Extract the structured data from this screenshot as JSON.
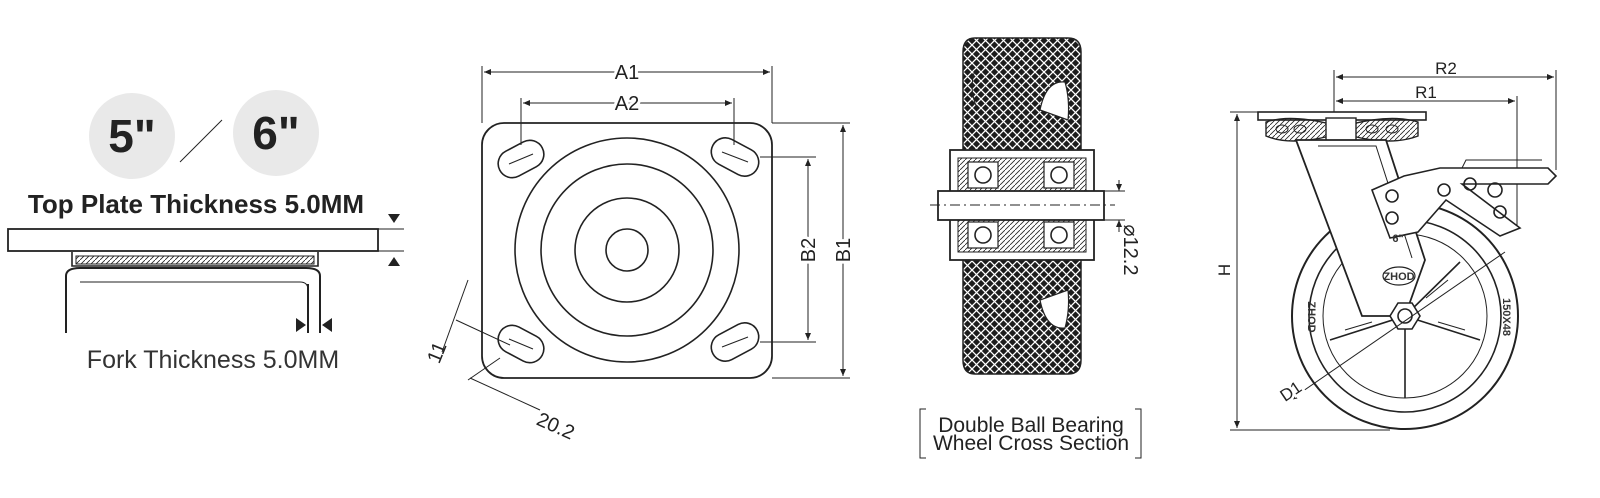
{
  "size_options": {
    "first": "5\"",
    "separator": "/",
    "second": "6\""
  },
  "top_plate": {
    "label": "Top Plate Thickness 5.0MM"
  },
  "fork": {
    "label": "Fork Thickness 5.0MM"
  },
  "plate_view": {
    "a1": "A1",
    "a2": "A2",
    "b1": "B1",
    "b2": "B2",
    "hole_offset": "11",
    "slot_length": "20.2"
  },
  "wheel_section": {
    "axle_diameter": "⌀12.2",
    "caption_line1": "Double Ball Bearing",
    "caption_line2": "Wheel Cross Section"
  },
  "caster_view": {
    "r2": "R2",
    "r1": "R1",
    "h": "H",
    "d1": "D1",
    "size_mark": "6\"",
    "tire_size": "150X48",
    "brand": "ZHOD"
  }
}
